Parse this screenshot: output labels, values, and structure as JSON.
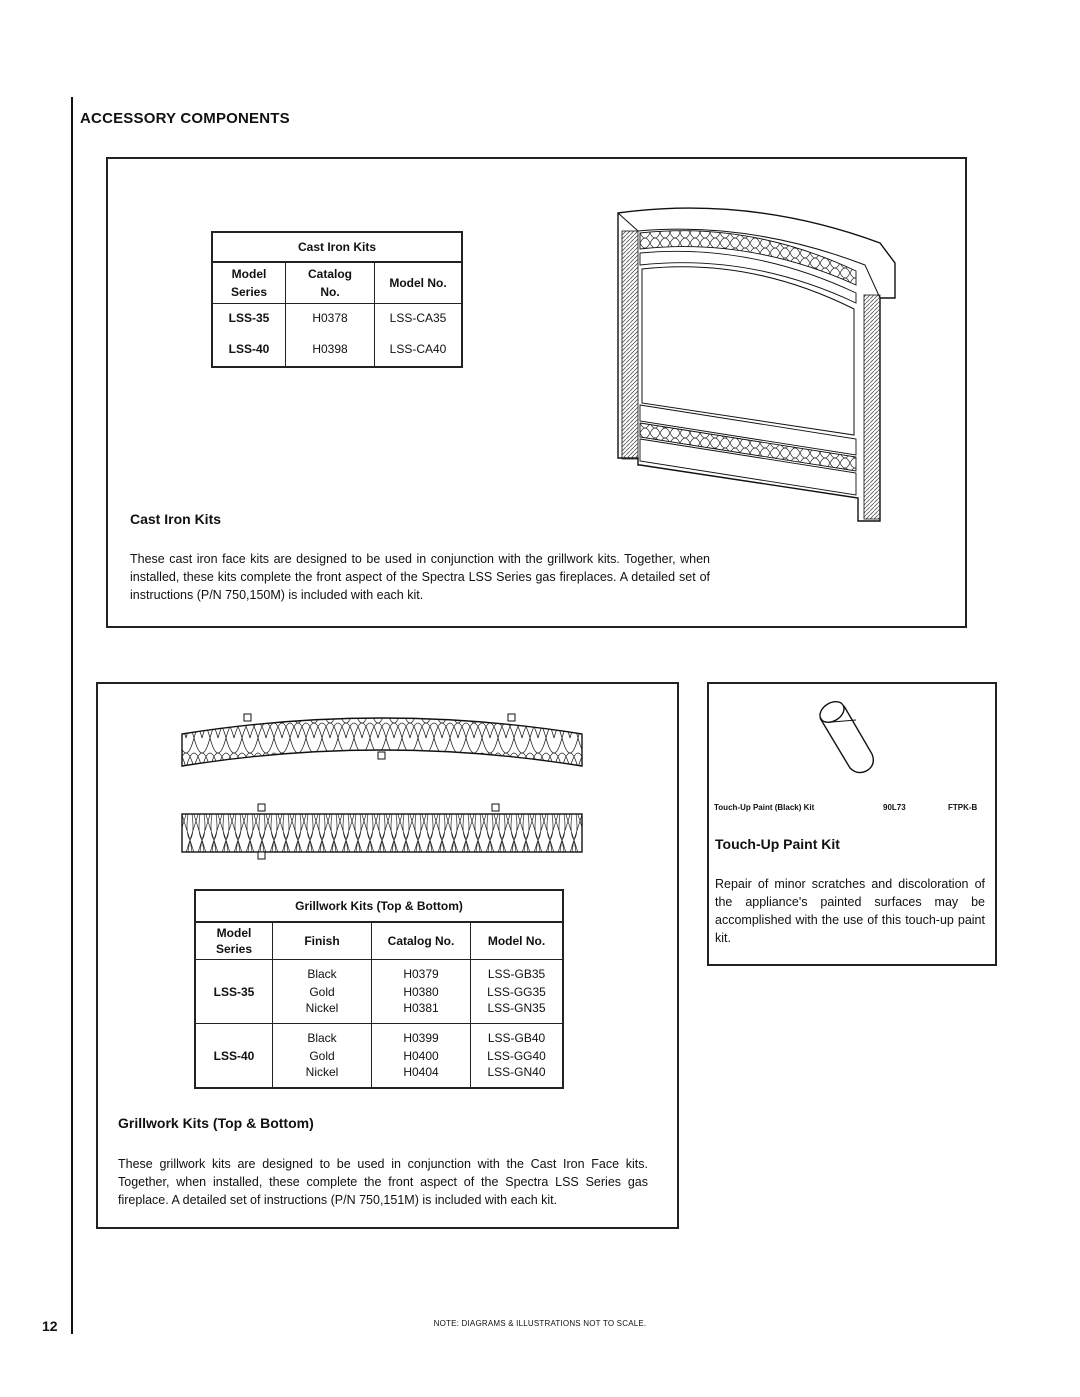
{
  "page": {
    "heading": "ACCESSORY COMPONENTS",
    "page_number": "12",
    "footer_note": "NOTE: DIAGRAMS & ILLUSTRATIONS NOT TO SCALE."
  },
  "cast_iron": {
    "table_title": "Cast Iron Kits",
    "headers": {
      "model_series": "Model Series",
      "catalog_no": "Catalog No.",
      "model_no": "Model No."
    },
    "rows": [
      {
        "series": "LSS-35",
        "catalog": "H0378",
        "model": "LSS-CA35"
      },
      {
        "series": "LSS-40",
        "catalog": "H0398",
        "model": "LSS-CA40"
      }
    ],
    "title": "Cast Iron Kits",
    "description": "These cast iron face kits are designed to be used in conjunction with the grillwork kits.  Together, when installed, these kits complete the front aspect of the Spectra LSS Series gas fireplaces.  A detailed set of instructions (P/N 750,150M) is included with each kit."
  },
  "grillwork": {
    "table_title": "Grillwork Kits (Top & Bottom)",
    "headers": {
      "model_series": "Model Series",
      "finish": "Finish",
      "catalog_no": "Catalog No.",
      "model_no": "Model No."
    },
    "groups": [
      {
        "series": "LSS-35",
        "rows": [
          {
            "finish": "Black",
            "catalog": "H0379",
            "model": "LSS-GB35"
          },
          {
            "finish": "Gold",
            "catalog": "H0380",
            "model": "LSS-GG35"
          },
          {
            "finish": "Nickel",
            "catalog": "H0381",
            "model": "LSS-GN35"
          }
        ]
      },
      {
        "series": "LSS-40",
        "rows": [
          {
            "finish": "Black",
            "catalog": "H0399",
            "model": "LSS-GB40"
          },
          {
            "finish": "Gold",
            "catalog": "H0400",
            "model": "LSS-GG40"
          },
          {
            "finish": "Nickel",
            "catalog": "H0404",
            "model": "LSS-GN40"
          }
        ]
      }
    ],
    "title": "Grillwork Kits (Top & Bottom)",
    "description": "These grillwork kits are designed to be used in conjunction with the Cast Iron Face kits.  Together, when installed, these complete the front aspect of the Spectra LSS Series gas fireplace.  A detailed set of instructions (P/N 750,151M) is included with each kit."
  },
  "touchup": {
    "row": {
      "name": "Touch-Up Paint  (Black) Kit",
      "catalog": "90L73",
      "model": "FTPK-B"
    },
    "title": "Touch-Up Paint Kit",
    "description": "Repair of minor scratches and discoloration of the appliance's painted surfaces may be accomplished with the use of this touch-up paint kit."
  }
}
